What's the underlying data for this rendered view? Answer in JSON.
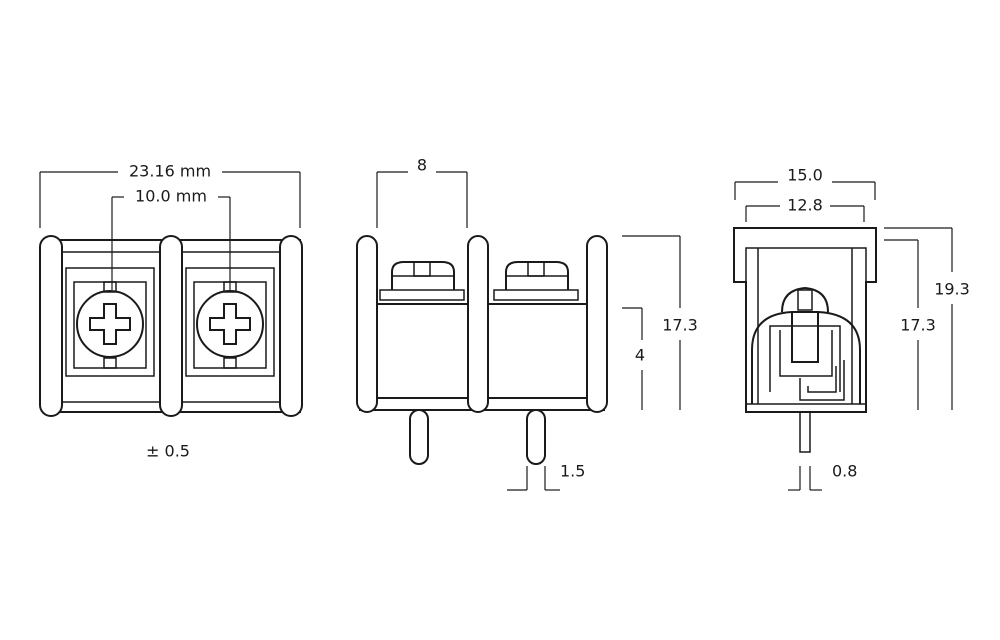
{
  "front_view": {
    "overall_width": "23.16 mm",
    "pitch": "10.0 mm",
    "tolerance": "± 0.5"
  },
  "side_view": {
    "width": "8",
    "total_height": "17.3",
    "body_height": "4",
    "pin_diameter": "1.5"
  },
  "end_view": {
    "outer_width": "15.0",
    "inner_width": "12.8",
    "total_height": "19.3",
    "body_height": "17.3",
    "pin_thickness": "0.8"
  }
}
